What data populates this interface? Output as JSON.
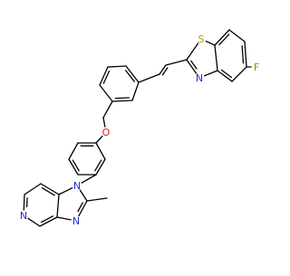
{
  "colors": {
    "bond": "#000000",
    "sulfur": "#b8a200",
    "nitrogen": "#2a2ad8",
    "oxygen": "#e81a1a",
    "fluorine": "#5fa012"
  },
  "atoms": [
    {
      "name": "atom-label-s",
      "symbol": "S",
      "element": "sulfur"
    },
    {
      "name": "atom-label-f",
      "symbol": "F",
      "element": "fluorine"
    },
    {
      "name": "atom-label-n-thiazole",
      "symbol": "N",
      "element": "nitrogen"
    },
    {
      "name": "atom-label-o",
      "symbol": "O",
      "element": "oxygen"
    },
    {
      "name": "atom-label-n-imidazole",
      "symbol": "N",
      "element": "nitrogen"
    },
    {
      "name": "atom-label-n-pyridine",
      "symbol": "N",
      "element": "nitrogen"
    },
    {
      "name": "atom-label-n-imidazole-2",
      "symbol": "N",
      "element": "nitrogen"
    }
  ]
}
